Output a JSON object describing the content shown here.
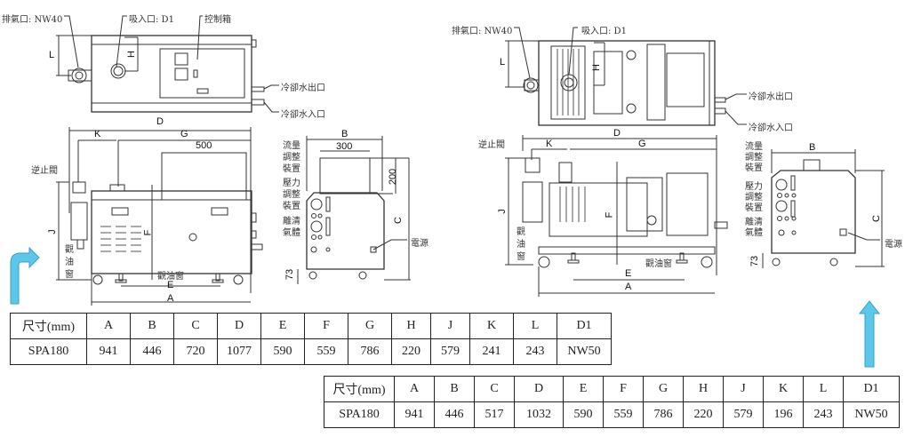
{
  "drawing_left": {
    "labels": {
      "exhaust_port": "排氣口: NW40",
      "intake_port": "吸入口: D1",
      "control_box": "控制箱",
      "cooling_water_out": "冷卻水出口",
      "cooling_water_in": "冷卻水入口",
      "check_valve": "逆止閥",
      "oil_window_side": "觀油窗",
      "oil_window_bottom": "觀油窗",
      "flow_adjust": "流量調整裝置",
      "pressure_adjust": "壓力調整裝置",
      "purge_gas": "離清氣體",
      "power": "電源"
    },
    "dims": {
      "L": "L",
      "H": "H",
      "D": "D",
      "K": "K",
      "G": "G",
      "J": "J",
      "F": "F",
      "E": "E",
      "A": "A",
      "B": "B",
      "C": "C",
      "d500": "500",
      "d300": "300",
      "d200": "200",
      "d73": "73"
    }
  },
  "drawing_right": {
    "labels": {
      "exhaust_port": "排氣口: NW40",
      "intake_port": "吸入口: D1",
      "cooling_water_out": "冷卻水出口",
      "cooling_water_in": "冷卻水入口",
      "check_valve": "逆止閥",
      "oil_window_side": "觀油窗",
      "oil_window_bottom": "觀油窗",
      "flow_adjust": "流量調整裝置",
      "pressure_adjust": "壓力調整裝置",
      "purge_gas": "離清氣體",
      "power": "電源"
    },
    "dims": {
      "L": "L",
      "H": "H",
      "D": "D",
      "K": "K",
      "G": "G",
      "J": "J",
      "F": "F",
      "E": "E",
      "A": "A",
      "B": "B",
      "C": "C",
      "d73": "73"
    }
  },
  "tables": [
    {
      "headers": [
        "尺寸(mm)",
        "A",
        "B",
        "C",
        "D",
        "E",
        "F",
        "G",
        "H",
        "J",
        "K",
        "L",
        "D1"
      ],
      "row": [
        "SPA180",
        "941",
        "446",
        "720",
        "1077",
        "590",
        "559",
        "786",
        "220",
        "579",
        "241",
        "243",
        "NW50"
      ]
    },
    {
      "headers": [
        "尺寸(mm)",
        "A",
        "B",
        "C",
        "D",
        "E",
        "F",
        "G",
        "H",
        "J",
        "K",
        "L",
        "D1"
      ],
      "row": [
        "SPA180",
        "941",
        "446",
        "517",
        "1032",
        "590",
        "559",
        "786",
        "220",
        "579",
        "196",
        "243",
        "NW50"
      ]
    }
  ],
  "colors": {
    "arrow": "#5bc8ea",
    "arrow_stroke": "#3a9fc4",
    "line": "#333333"
  }
}
